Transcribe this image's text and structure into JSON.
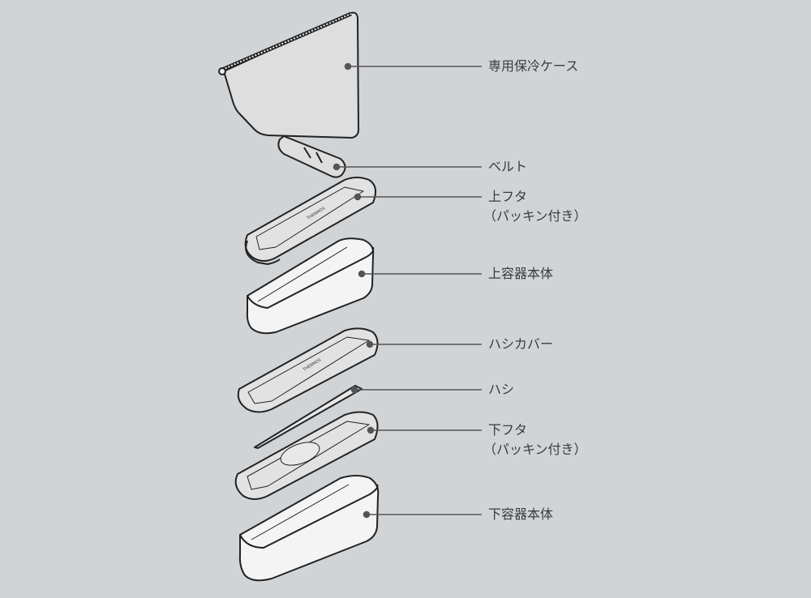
{
  "parts": [
    {
      "id": "case",
      "label": "専用保冷ケース"
    },
    {
      "id": "belt",
      "label": "ベルト"
    },
    {
      "id": "upper-lid",
      "label": "上フタ",
      "sub": "（パッキン付き）"
    },
    {
      "id": "upper-container",
      "label": "上容器本体"
    },
    {
      "id": "chopstick-cover",
      "label": "ハシカバー"
    },
    {
      "id": "chopsticks",
      "label": "ハシ"
    },
    {
      "id": "lower-lid",
      "label": "下フタ",
      "sub": "（パッキン付き）"
    },
    {
      "id": "lower-container",
      "label": "下容器本体"
    }
  ],
  "brand_mark": "THERMOS",
  "colors": {
    "background": "#d1d4d7",
    "outline": "#222222",
    "fill": "#dedede",
    "leader": "#555555"
  }
}
